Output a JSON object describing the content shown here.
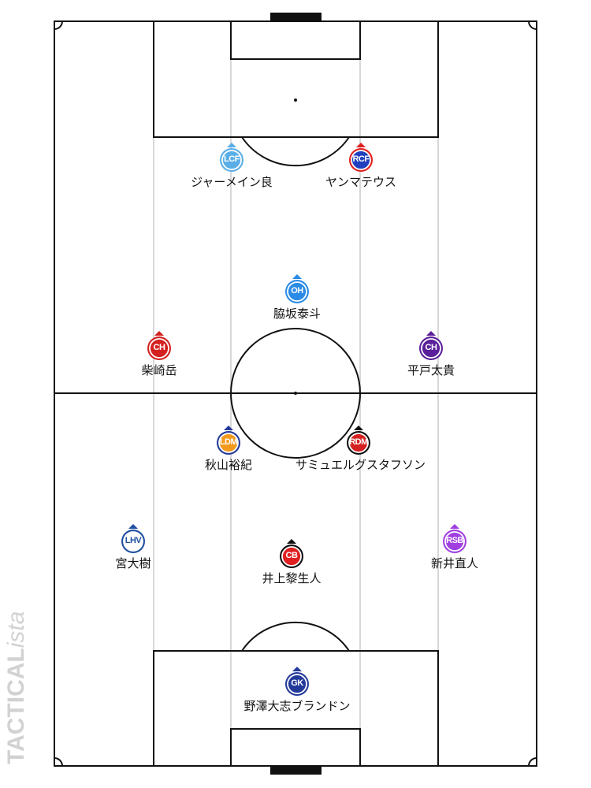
{
  "watermark": {
    "part1": "TACTICAL",
    "part2": "ista"
  },
  "players": [
    {
      "pos": "LCF",
      "name": "ジャーメイン良",
      "color": "#5aaee8",
      "arrow": "#5aaee8"
    },
    {
      "pos": "RCF",
      "name": "ヤンマテウス",
      "color": "#1f3fbf",
      "arrow": "#e02020",
      "ring": "#e02020"
    },
    {
      "pos": "OH",
      "name": "脇坂泰斗",
      "color": "#2a8be6",
      "arrow": "#2a8be6"
    },
    {
      "pos": "CH",
      "name": "柴崎岳",
      "color": "#d42020",
      "arrow": "#d42020"
    },
    {
      "pos": "CH",
      "name": "平戸太貴",
      "color": "#5a1f9a",
      "arrow": "#5a1f9a"
    },
    {
      "pos": "LDM",
      "name": "秋山裕紀",
      "color": "#f39a1e",
      "arrow": "#243a9a",
      "ring": "#243a9a"
    },
    {
      "pos": "RDM",
      "name": "サミュエルグスタフソン",
      "color": "#d42020",
      "arrow": "#111111",
      "ring": "#111111"
    },
    {
      "pos": "LHV",
      "name": "宮大樹",
      "color": "#ffffff",
      "arrow": "#1f4fa0",
      "ring": "#1f4fa0",
      "text": "#1f4fa0"
    },
    {
      "pos": "CB",
      "name": "井上黎生人",
      "color": "#e02020",
      "arrow": "#111111",
      "ring": "#111111"
    },
    {
      "pos": "RSB",
      "name": "新井直人",
      "color": "#a040e0",
      "arrow": "#a040e0"
    },
    {
      "pos": "GK",
      "name": "野澤大志ブランドン",
      "color": "#243a9a",
      "arrow": "#243a9a"
    }
  ]
}
